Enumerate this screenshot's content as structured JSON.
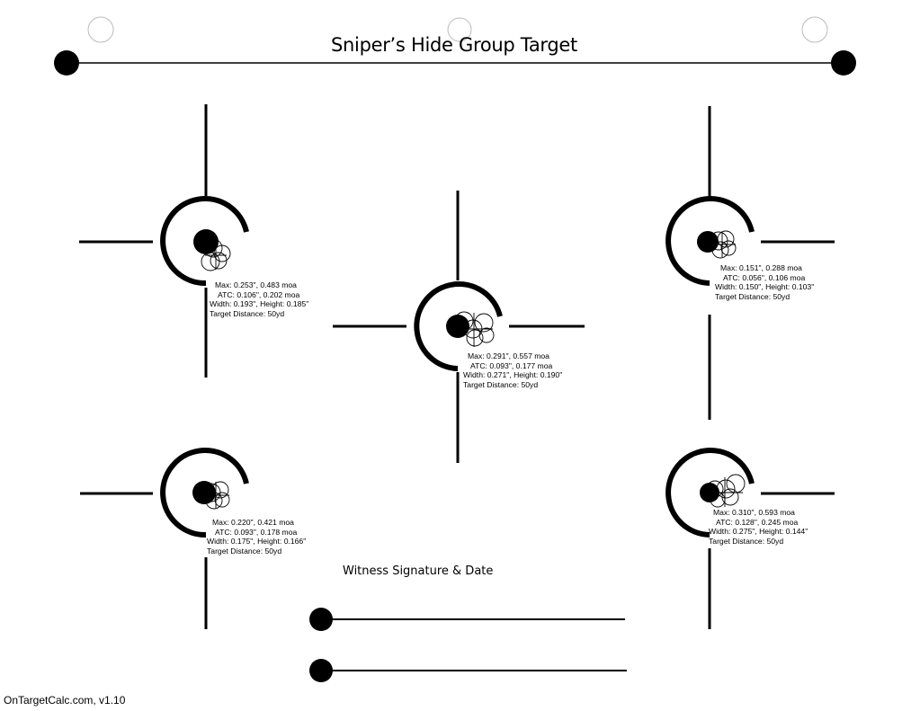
{
  "page": {
    "title": "Sniper’s Hide Group Target",
    "witness_label": "Witness Signature & Date",
    "footer": "OnTargetCalc.com, v1.10"
  },
  "groups": [
    {
      "id": "top-left",
      "max": "Max: 0.253\", 0.483 moa",
      "atc": "ATC: 0.106\", 0.202 moa",
      "size": "Width: 0.193\", Height: 0.185\"",
      "distance": "Target Distance: 50yd"
    },
    {
      "id": "center",
      "max": "Max: 0.291\", 0.557 moa",
      "atc": "ATC: 0.093\", 0.177 moa",
      "size": "Width: 0.271\", Height: 0.190\"",
      "distance": "Target Distance: 50yd"
    },
    {
      "id": "top-right",
      "max": "Max: 0.151\", 0.288 moa",
      "atc": "ATC: 0.056\", 0.106 moa",
      "size": "Width: 0.150\", Height: 0.103\"",
      "distance": "Target Distance: 50yd"
    },
    {
      "id": "bottom-left",
      "max": "Max: 0.220\", 0.421 moa",
      "atc": "ATC: 0.093\", 0.178 moa",
      "size": "Width: 0.175\", Height: 0.166\"",
      "distance": "Target Distance: 50yd"
    },
    {
      "id": "bottom-right",
      "max": "Max: 0.310\", 0.593 moa",
      "atc": "ATC: 0.128\", 0.245 moa",
      "size": "Width: 0.275\", Height: 0.144\"",
      "distance": "Target Distance: 50yd"
    }
  ]
}
